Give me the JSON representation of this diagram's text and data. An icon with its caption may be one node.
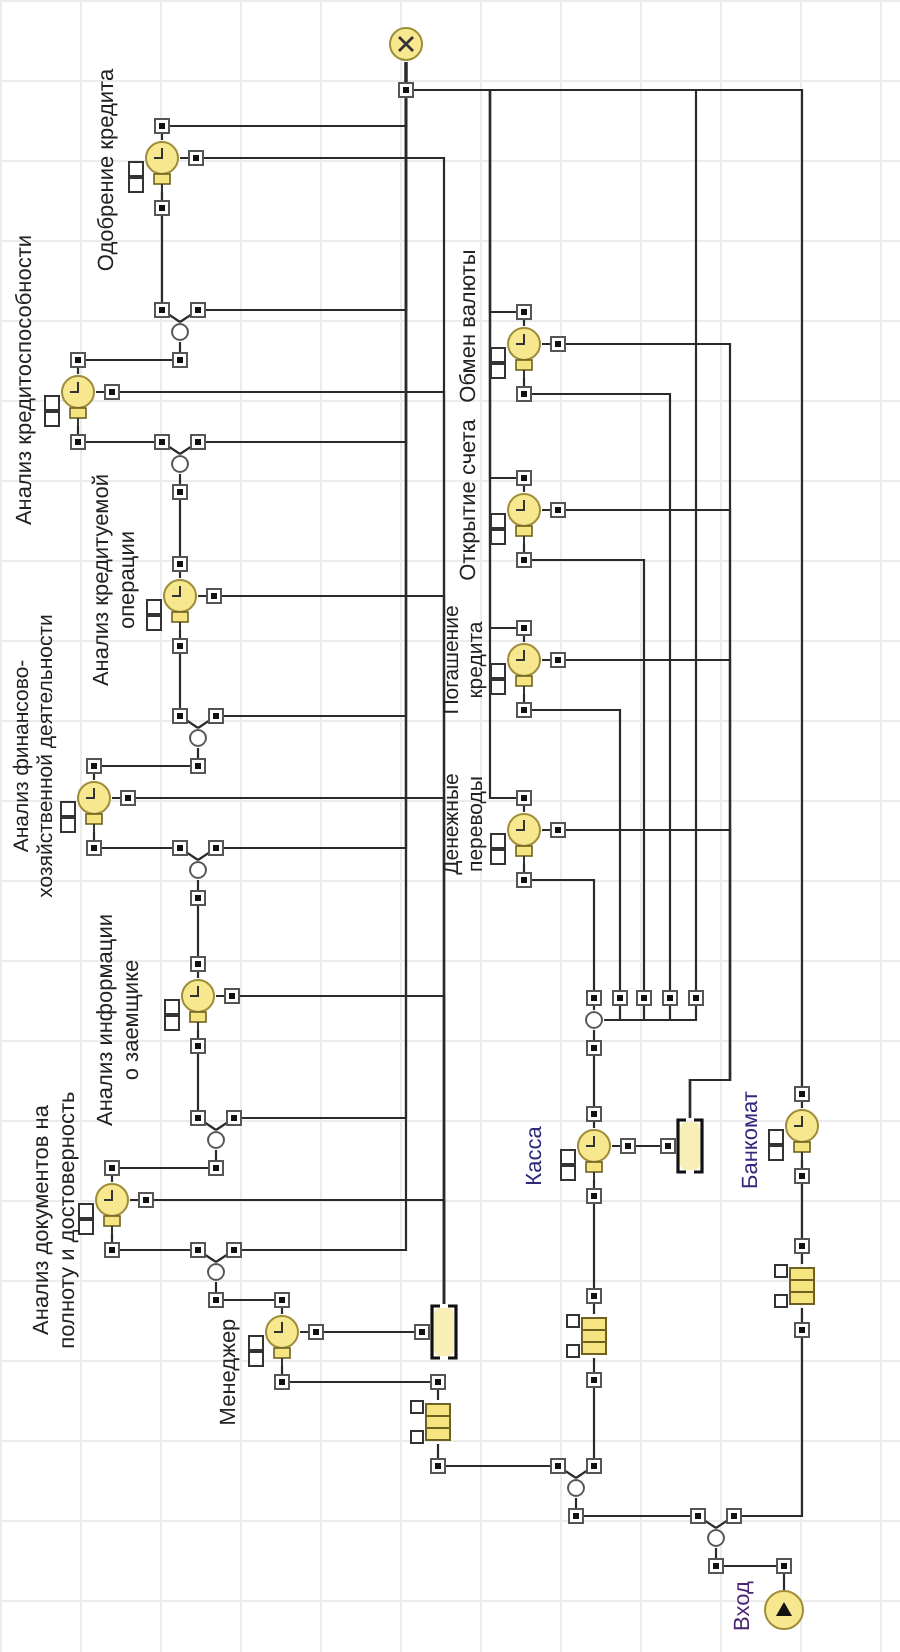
{
  "diagram": {
    "nodes": [
      {
        "text": [],
        "shape": "circle"
      },
      {
        "text": [],
        "shape": "circle",
        "beside": [
          "Одобрение кредита"
        ]
      },
      {
        "text": [],
        "shape": "circle"
      },
      {
        "text": [],
        "shape": "circle",
        "beside": [
          "Анализ кредитоспособности"
        ]
      },
      {
        "text": [],
        "shape": "circle"
      },
      {
        "text": [],
        "shape": "circle",
        "beside": [
          "Анализ кредитуемой операции"
        ]
      },
      {
        "text": [],
        "shape": "circle"
      },
      {
        "text": [],
        "shape": "circle",
        "beside": [
          "Анализ финансово-хозяйственной деятельности"
        ]
      },
      {
        "text": [],
        "shape": "circle"
      },
      {
        "text": [],
        "shape": "circle",
        "beside": [
          "Анализ информации о заемщике"
        ]
      },
      {
        "text": [],
        "shape": "circle"
      },
      {
        "text": [],
        "shape": "circle",
        "beside": [
          "Анализ документов на полноту и достоверность"
        ]
      },
      {
        "text": [],
        "shape": "circle"
      },
      {
        "text": [],
        "shape": "circle",
        "beside": [
          "Менеджер"
        ]
      },
      {
        "text": [],
        "shape": "bar"
      },
      {
        "text": [],
        "shape": "box"
      },
      {
        "text": [],
        "shape": "circle"
      },
      {
        "text": [],
        "shape": "circle",
        "beside": [
          "Обмен валюты"
        ]
      },
      {
        "text": [],
        "shape": "circle",
        "beside": [
          "Открытие счета"
        ]
      },
      {
        "text": [],
        "shape": "circle",
        "beside": [
          "Погашение кредита"
        ]
      },
      {
        "text": [],
        "shape": "circle",
        "beside": [
          "Денежные переводы"
        ]
      },
      {
        "text": [],
        "shape": "circle"
      },
      {
        "text": [],
        "shape": "circle",
        "beside": [
          "Касса"
        ]
      },
      {
        "text": [],
        "shape": "bar"
      },
      {
        "text": [],
        "shape": "box"
      },
      {
        "text": [],
        "shape": "circle",
        "beside": [
          "Банкомат"
        ]
      },
      {
        "text": [],
        "shape": "box"
      },
      {
        "text": [],
        "shape": "circle"
      },
      {
        "text": [],
        "shape": "circle",
        "beside": [
          "Вход"
        ]
      }
    ],
    "edges": [
      {
        "from": 28,
        "to": 27,
        "arrow": "none"
      },
      {
        "from": 27,
        "to": 16,
        "arrow": "none"
      },
      {
        "from": 27,
        "to": 26,
        "arrow": "none"
      },
      {
        "from": 26,
        "to": 25,
        "arrow": "none"
      },
      {
        "from": 25,
        "to": 0,
        "arrow": "none"
      },
      {
        "from": 16,
        "to": 24,
        "arrow": "none"
      },
      {
        "from": 24,
        "to": 22,
        "arrow": "none"
      },
      {
        "from": 22,
        "to": 21,
        "arrow": "none"
      },
      {
        "from": 23,
        "to": 22,
        "arrow": "none"
      },
      {
        "from": 21,
        "to": 20,
        "arrow": "none"
      },
      {
        "from": 21,
        "to": 19,
        "arrow": "none"
      },
      {
        "from": 21,
        "to": 18,
        "arrow": "none"
      },
      {
        "from": 21,
        "to": 17,
        "arrow": "none"
      },
      {
        "from": 21,
        "to": 0,
        "arrow": "none"
      },
      {
        "from": 20,
        "to": 0,
        "arrow": "none"
      },
      {
        "from": 19,
        "to": 0,
        "arrow": "none"
      },
      {
        "from": 18,
        "to": 0,
        "arrow": "none"
      },
      {
        "from": 17,
        "to": 0,
        "arrow": "none"
      },
      {
        "from": 23,
        "to": 20,
        "arrow": "none"
      },
      {
        "from": 23,
        "to": 19,
        "arrow": "none"
      },
      {
        "from": 23,
        "to": 18,
        "arrow": "none"
      },
      {
        "from": 23,
        "to": 17,
        "arrow": "none"
      },
      {
        "from": 16,
        "to": 15,
        "arrow": "none"
      },
      {
        "from": 15,
        "to": 13,
        "arrow": "none"
      },
      {
        "from": 14,
        "to": 13,
        "arrow": "none"
      },
      {
        "from": 13,
        "to": 12,
        "arrow": "none"
      },
      {
        "from": 12,
        "to": 11,
        "arrow": "none"
      },
      {
        "from": 12,
        "to": 0,
        "arrow": "none"
      },
      {
        "from": 11,
        "to": 10,
        "arrow": "none"
      },
      {
        "from": 10,
        "to": 9,
        "arrow": "none"
      },
      {
        "from": 10,
        "to": 0,
        "arrow": "none"
      },
      {
        "from": 9,
        "to": 8,
        "arrow": "none"
      },
      {
        "from": 8,
        "to": 7,
        "arrow": "none"
      },
      {
        "from": 8,
        "to": 0,
        "arrow": "none"
      },
      {
        "from": 7,
        "to": 6,
        "arrow": "none"
      },
      {
        "from": 6,
        "to": 5,
        "arrow": "none"
      },
      {
        "from": 6,
        "to": 0,
        "arrow": "none"
      },
      {
        "from": 5,
        "to": 4,
        "arrow": "none"
      },
      {
        "from": 4,
        "to": 3,
        "arrow": "none"
      },
      {
        "from": 4,
        "to": 0,
        "arrow": "none"
      },
      {
        "from": 3,
        "to": 2,
        "arrow": "none"
      },
      {
        "from": 2,
        "to": 1,
        "arrow": "none"
      },
      {
        "from": 2,
        "to": 0,
        "arrow": "none"
      },
      {
        "from": 1,
        "to": 0,
        "arrow": "none"
      },
      {
        "from": 14,
        "to": 11,
        "arrow": "none"
      },
      {
        "from": 14,
        "to": 9,
        "arrow": "none"
      },
      {
        "from": 14,
        "to": 7,
        "arrow": "none"
      },
      {
        "from": 14,
        "to": 5,
        "arrow": "none"
      },
      {
        "from": 14,
        "to": 3,
        "arrow": "none"
      },
      {
        "from": 14,
        "to": 1,
        "arrow": "none"
      }
    ]
  }
}
